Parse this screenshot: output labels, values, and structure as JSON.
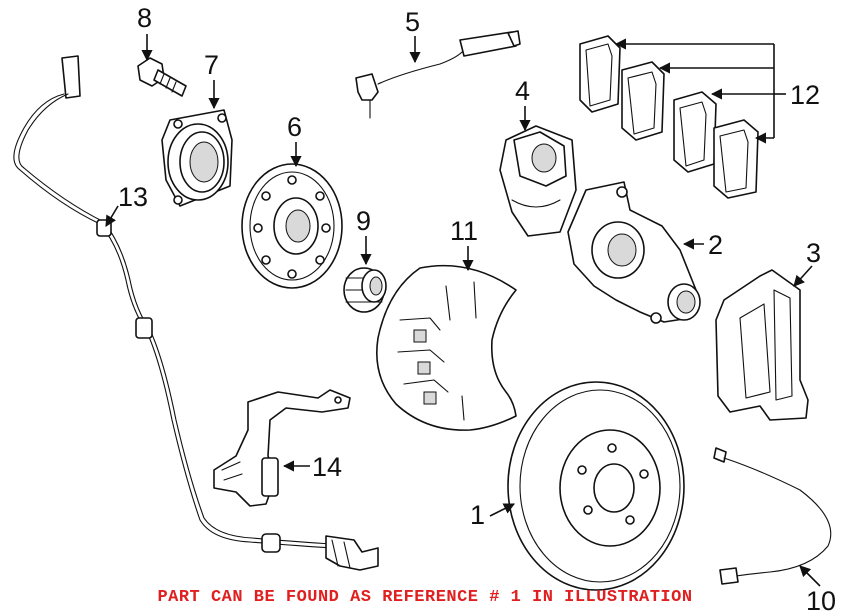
{
  "callouts": {
    "c1": "1",
    "c2": "2",
    "c3": "3",
    "c4": "4",
    "c5": "5",
    "c6": "6",
    "c7": "7",
    "c8": "8",
    "c9": "9",
    "c10": "10",
    "c11": "11",
    "c12": "12",
    "c13": "13",
    "c14": "14"
  },
  "footer": {
    "text": "PART CAN BE FOUND AS REFERENCE # 1 IN ILLUSTRATION",
    "color": "#e02020"
  }
}
